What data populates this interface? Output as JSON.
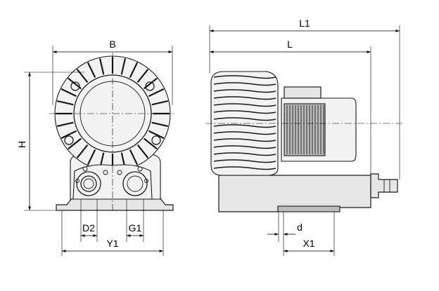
{
  "dimensions": {
    "B": "B",
    "H": "H",
    "D2": "D2",
    "G1": "G1",
    "Y1": "Y1",
    "L1": "L1",
    "L": "L",
    "d": "d",
    "X1": "X1"
  },
  "colors": {
    "line": "#1a1a1a",
    "body": "#e6e6e6",
    "shade": "#bdbdbd"
  }
}
